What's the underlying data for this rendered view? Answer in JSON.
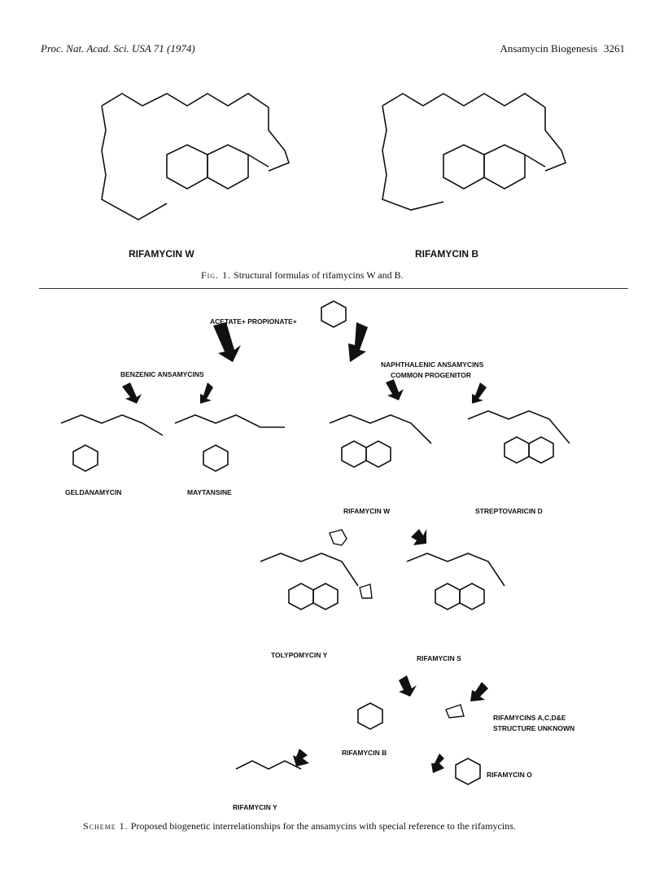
{
  "header": {
    "journal": "Proc. Nat. Acad. Sci. USA 71 (1974)",
    "section": "Ansamycin Biogenesis",
    "page": "3261"
  },
  "figure1": {
    "structure_left_name": "RIFAMYCIN W",
    "structure_right_name": "RIFAMYCIN B",
    "caption_label": "Fig. 1.",
    "caption_text": "Structural formulas of rifamycins W and B."
  },
  "scheme": {
    "precursors": "ACETATE+ PROPIONATE+",
    "group_benzenic": "BENZENIC ANSAMYCINS",
    "group_naphthalenic_1": "NAPHTHALENIC ANSAMYCINS",
    "group_naphthalenic_2": "COMMON PROGENITOR",
    "compounds": {
      "geldanamycin": "GELDANAMYCIN",
      "maytansine": "MAYTANSINE",
      "rifamycin_w": "RIFAMYCIN W",
      "streptovaricin_d": "STREPTOVARICIN D",
      "tolypomycin_y": "TOLYPOMYCIN Y",
      "rifamycin_s": "RIFAMYCIN S",
      "rifamycin_b": "RIFAMYCIN B",
      "rifamycins_ace_1": "RIFAMYCINS A,C,D&E",
      "rifamycins_ace_2": "STRUCTURE UNKNOWN",
      "rifamycin_y": "RIFAMYCIN Y",
      "rifamycin_o": "RIFAMYCIN O"
    },
    "caption_label": "Scheme 1.",
    "caption_text": "Proposed biogenetic interrelationships for the ansamycins with special reference to the rifamycins."
  }
}
